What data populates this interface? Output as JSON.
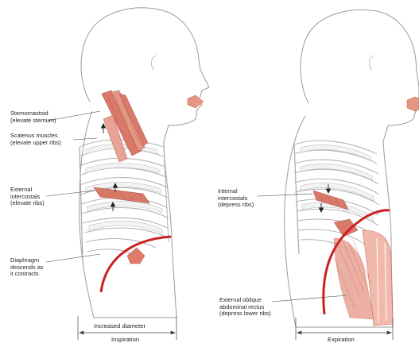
{
  "figure": {
    "colors": {
      "muscle": "#d9796a",
      "muscle_light": "#f0b9ab",
      "diaphragm": "#cc2020",
      "outline": "#9a9a9a",
      "rib": "#a9a9a9",
      "leader": "#444444"
    },
    "inspiration": {
      "labels": {
        "sternomastoid": [
          "Sternomastoid",
          "(elevate sternum)"
        ],
        "scalenus": [
          "Scalenus muscles",
          "(elevate upper ribs)"
        ],
        "external_intercostals": [
          "External",
          "intercostals",
          "(elevate ribs)"
        ],
        "diaphragm": [
          "Diaphragm",
          "descends as",
          "it contracts"
        ]
      },
      "dimension_label": "Increased diameter",
      "caption": "Inspiration"
    },
    "expiration": {
      "labels": {
        "internal_intercostals": [
          "Internal",
          "intercostals",
          "(depress ribs)"
        ],
        "external_oblique": [
          "External oblique",
          "abdominal rectus",
          "(depress lower ribs)"
        ]
      },
      "caption": "Expiration"
    }
  }
}
